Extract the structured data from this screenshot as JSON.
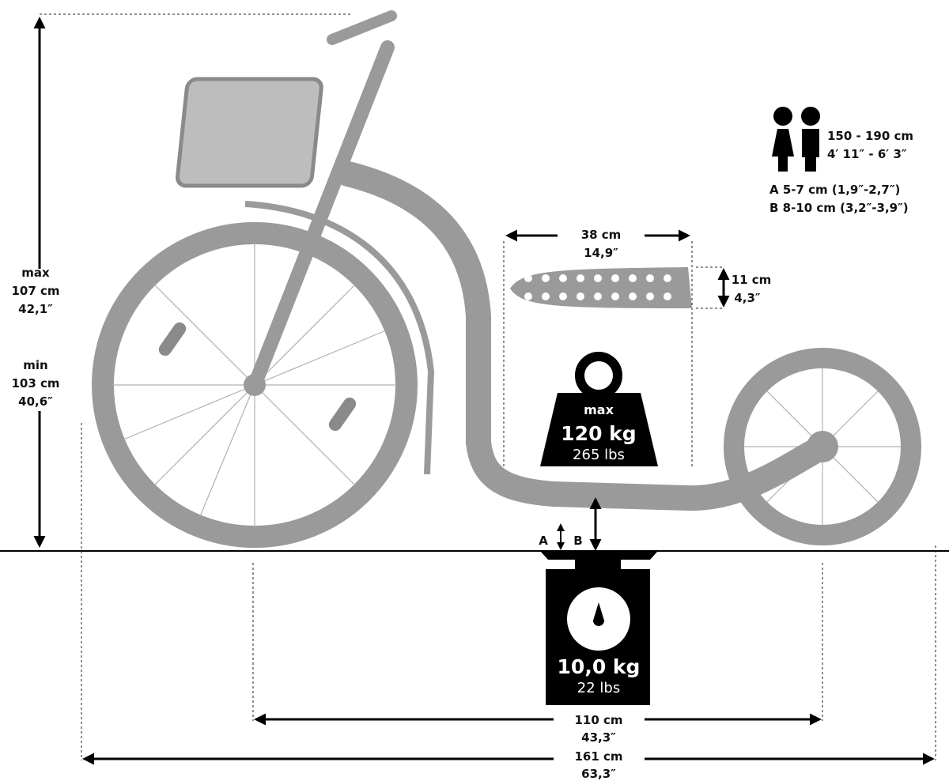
{
  "height": {
    "max_label": "max",
    "max_cm": "107 cm",
    "max_in": "42,1″",
    "min_label": "min",
    "min_cm": "103 cm",
    "min_in": "40,6″"
  },
  "deck": {
    "length_cm": "38 cm",
    "length_in": "14,9″",
    "width_cm": "11 cm",
    "width_in": "4,3″"
  },
  "max_load": {
    "label": "max",
    "kg": "120 kg",
    "lbs": "265 lbs"
  },
  "weight": {
    "kg": "10,0 kg",
    "lbs": "22 lbs"
  },
  "clearance": {
    "a_label": "A",
    "b_label": "B",
    "a_range": "A 5-7 cm (1,9″-2,7″)",
    "b_range": "B 8-10 cm (3,2″-3,9″)"
  },
  "rider": {
    "height_cm": "150 - 190 cm",
    "height_ft": "4′ 11″ - 6′ 3″"
  },
  "wheelbase": {
    "cm": "110 cm",
    "in": "43,3″"
  },
  "total_length": {
    "cm": "161 cm",
    "in": "63,3″"
  },
  "colors": {
    "bike": "#9a9a9a",
    "ink": "#000000"
  }
}
